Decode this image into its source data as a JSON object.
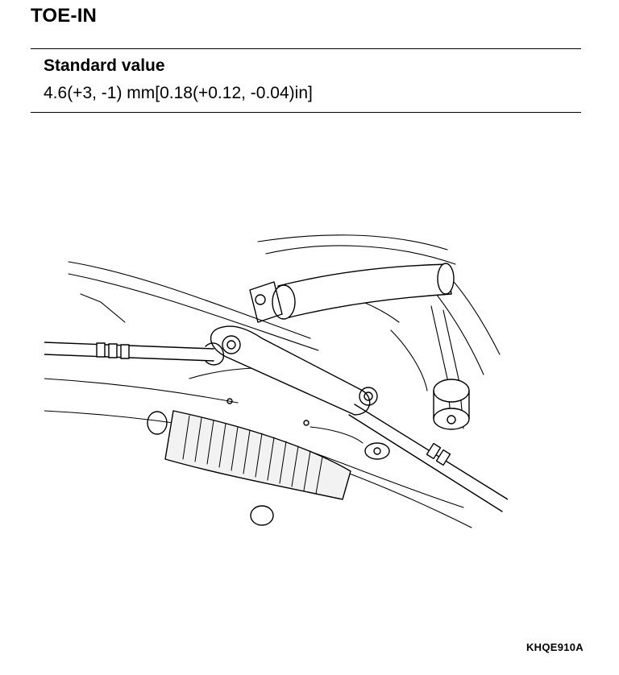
{
  "page": {
    "title": "TOE-IN",
    "standard": {
      "label": "Standard value",
      "value": "4.6(+3, -1) mm[0.18(+0.12, -0.04)in]"
    },
    "figure": {
      "code": "KHQE910A"
    }
  }
}
